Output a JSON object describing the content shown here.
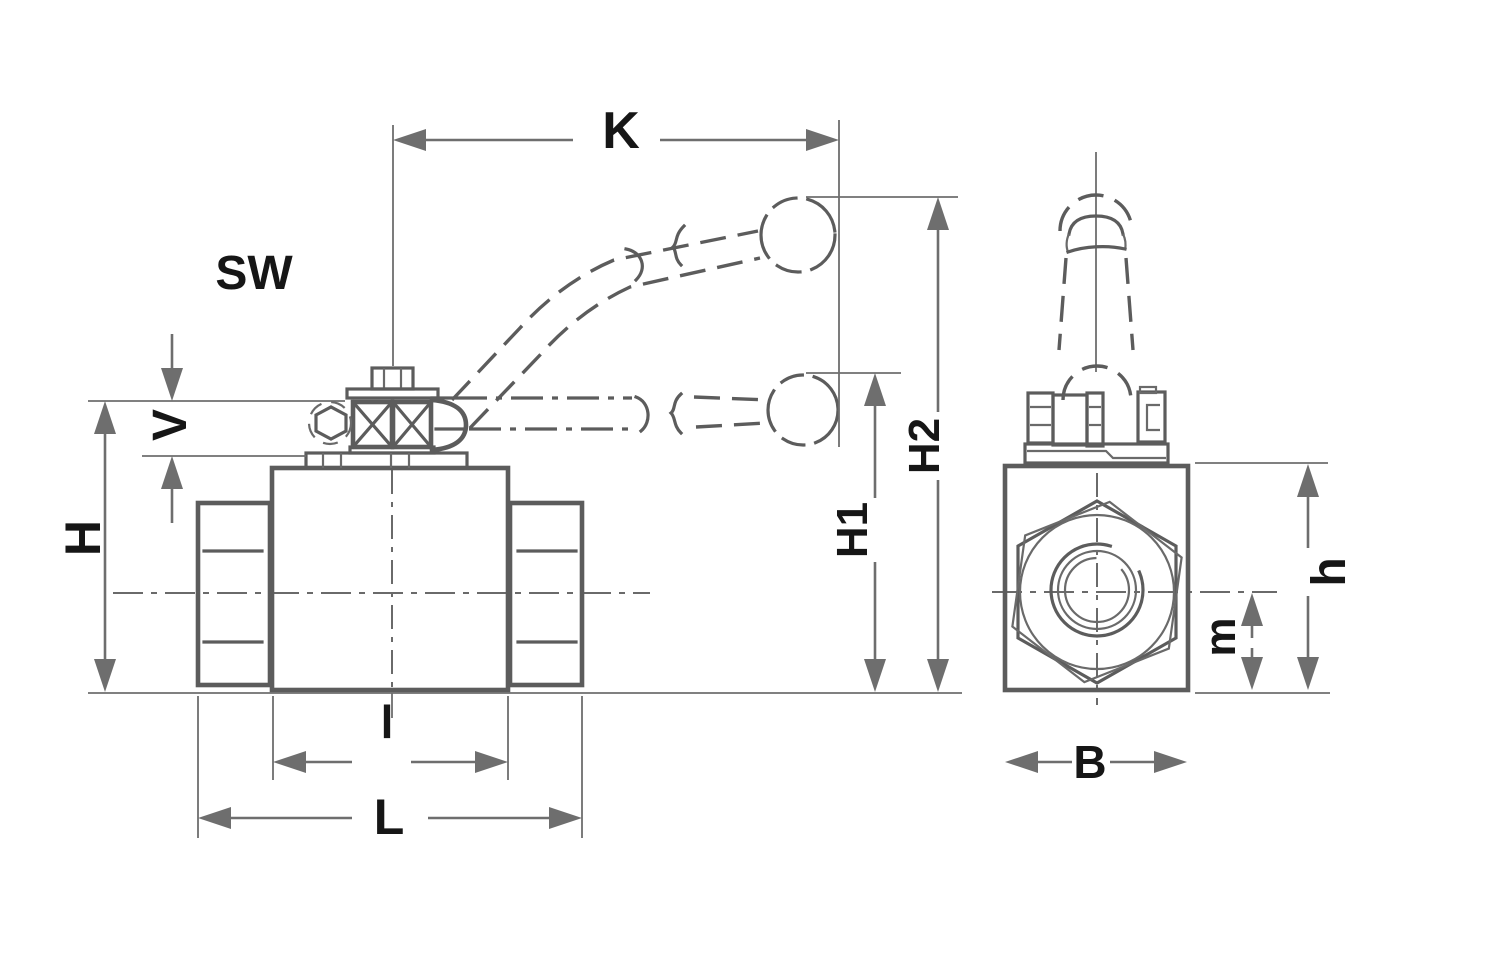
{
  "drawing": {
    "kind": "ball-valve-dimension-diagram",
    "views": {
      "front": {
        "dimension_labels": {
          "K": "K",
          "SW": "SW",
          "V": "V",
          "H": "H",
          "H1": "H1",
          "H2": "H2",
          "l": "l",
          "L": "L"
        }
      },
      "side": {
        "dimension_labels": {
          "h": "h",
          "m": "m",
          "B": "B"
        }
      }
    },
    "colors": {
      "background": "#ffffff",
      "object_line": "#5c5c5c",
      "dimension_line": "#6e6e6e",
      "label_text": "#161616"
    }
  }
}
